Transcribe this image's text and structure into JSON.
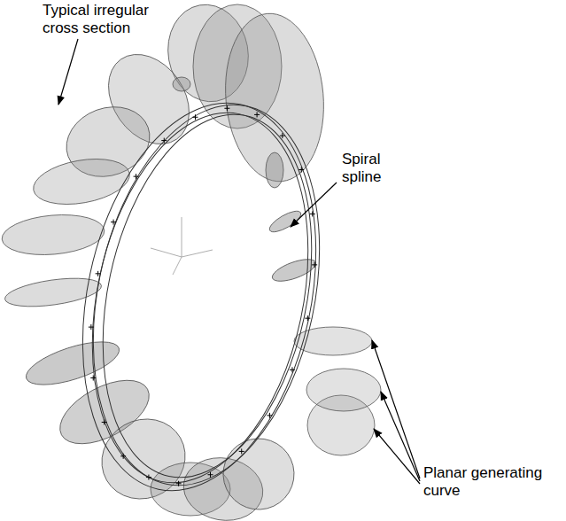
{
  "diagram": {
    "labels": [
      "Typical irregular cross section",
      "Spiral spline",
      "Planar generating curve"
    ]
  }
}
